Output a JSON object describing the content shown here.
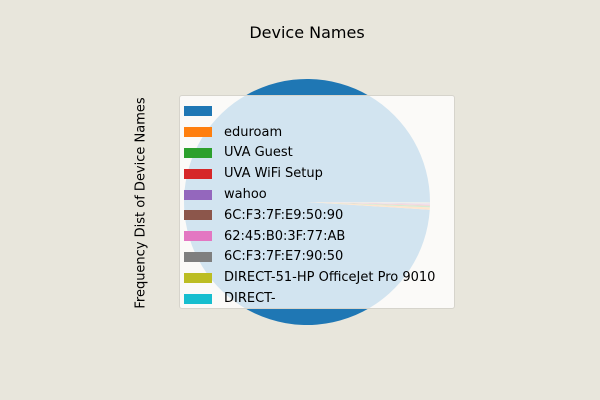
{
  "chart_data": {
    "type": "pie",
    "title": "Device Names",
    "ylabel": "Frequency Dist of Device Names",
    "legend_position": "center",
    "slices": [
      {
        "label": "",
        "value": 99.0,
        "color": "#1f77b4"
      },
      {
        "label": "eduroam",
        "value": 0.3,
        "color": "#ff7f0e"
      },
      {
        "label": "UVA Guest",
        "value": 0.2,
        "color": "#2ca02c"
      },
      {
        "label": "UVA WiFi Setup",
        "value": 0.15,
        "color": "#d62728"
      },
      {
        "label": "wahoo",
        "value": 0.1,
        "color": "#9467bd"
      },
      {
        "label": "6C:F3:7F:E9:50:90",
        "value": 0.08,
        "color": "#8c564b"
      },
      {
        "label": "62:45:B0:3F:77:AB",
        "value": 0.06,
        "color": "#e377c2"
      },
      {
        "label": "6C:F3:7F:E7:90:50",
        "value": 0.04,
        "color": "#7f7f7f"
      },
      {
        "label": "DIRECT-51-HP OfficeJet Pro 9010",
        "value": 0.04,
        "color": "#bcbd22"
      },
      {
        "label": "DIRECT-",
        "value": 0.03,
        "color": "#17becf"
      }
    ]
  }
}
